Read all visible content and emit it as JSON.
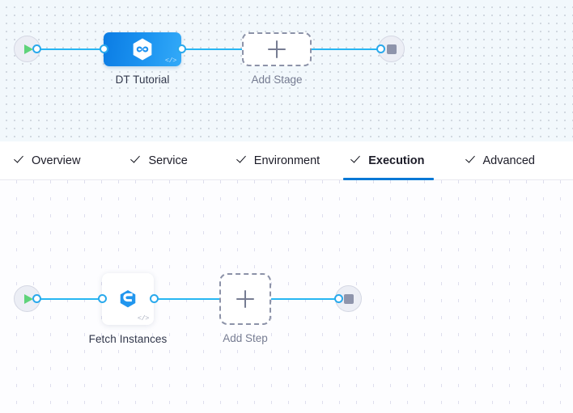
{
  "stage_canvas": {
    "name": "pipeline-stage-canvas",
    "background_color": "#f2f8fc",
    "start_node": {
      "icon": "play-icon",
      "title": "Start"
    },
    "end_node": {
      "icon": "stop-icon",
      "title": "End"
    },
    "stage": {
      "label": "DT Tutorial",
      "icon": "harness-infinity-hexagon-icon",
      "badge_icon": "code-brackets-icon",
      "badge_text": "</>",
      "gradient_from": "#0b7ce4",
      "gradient_to": "#33aaf8"
    },
    "add_stage": {
      "label": "Add Stage",
      "icon": "plus-icon"
    }
  },
  "tabs": {
    "name": "stage-config-tabs",
    "active_index": 3,
    "accent_color": "#0278d5",
    "items": [
      {
        "label": "Overview",
        "icon": "check-icon",
        "active": false
      },
      {
        "label": "Service",
        "icon": "check-icon",
        "active": false
      },
      {
        "label": "Environment",
        "icon": "check-icon",
        "active": false
      },
      {
        "label": "Execution",
        "icon": "check-icon",
        "active": true
      },
      {
        "label": "Advanced",
        "icon": "check-icon",
        "active": false
      }
    ]
  },
  "execution_canvas": {
    "name": "execution-steps-canvas",
    "background_color": "#fdfdff",
    "start_node": {
      "icon": "play-icon",
      "title": "Start"
    },
    "end_node": {
      "icon": "stop-icon",
      "title": "End"
    },
    "step": {
      "label": "Fetch Instances",
      "icon": "elastigroup-e-hexagon-icon",
      "badge_icon": "code-brackets-icon",
      "badge_text": "</>",
      "icon_color": "#2196ee"
    },
    "add_step": {
      "label": "Add Step",
      "icon": "plus-icon"
    }
  },
  "theme": {
    "connector_color": "#27b6f3",
    "port_border_color": "#29a9ec",
    "label_color": "#31374b",
    "muted_color": "#767c92",
    "play_color": "#5fd37a",
    "stop_color": "#8e94ab"
  }
}
